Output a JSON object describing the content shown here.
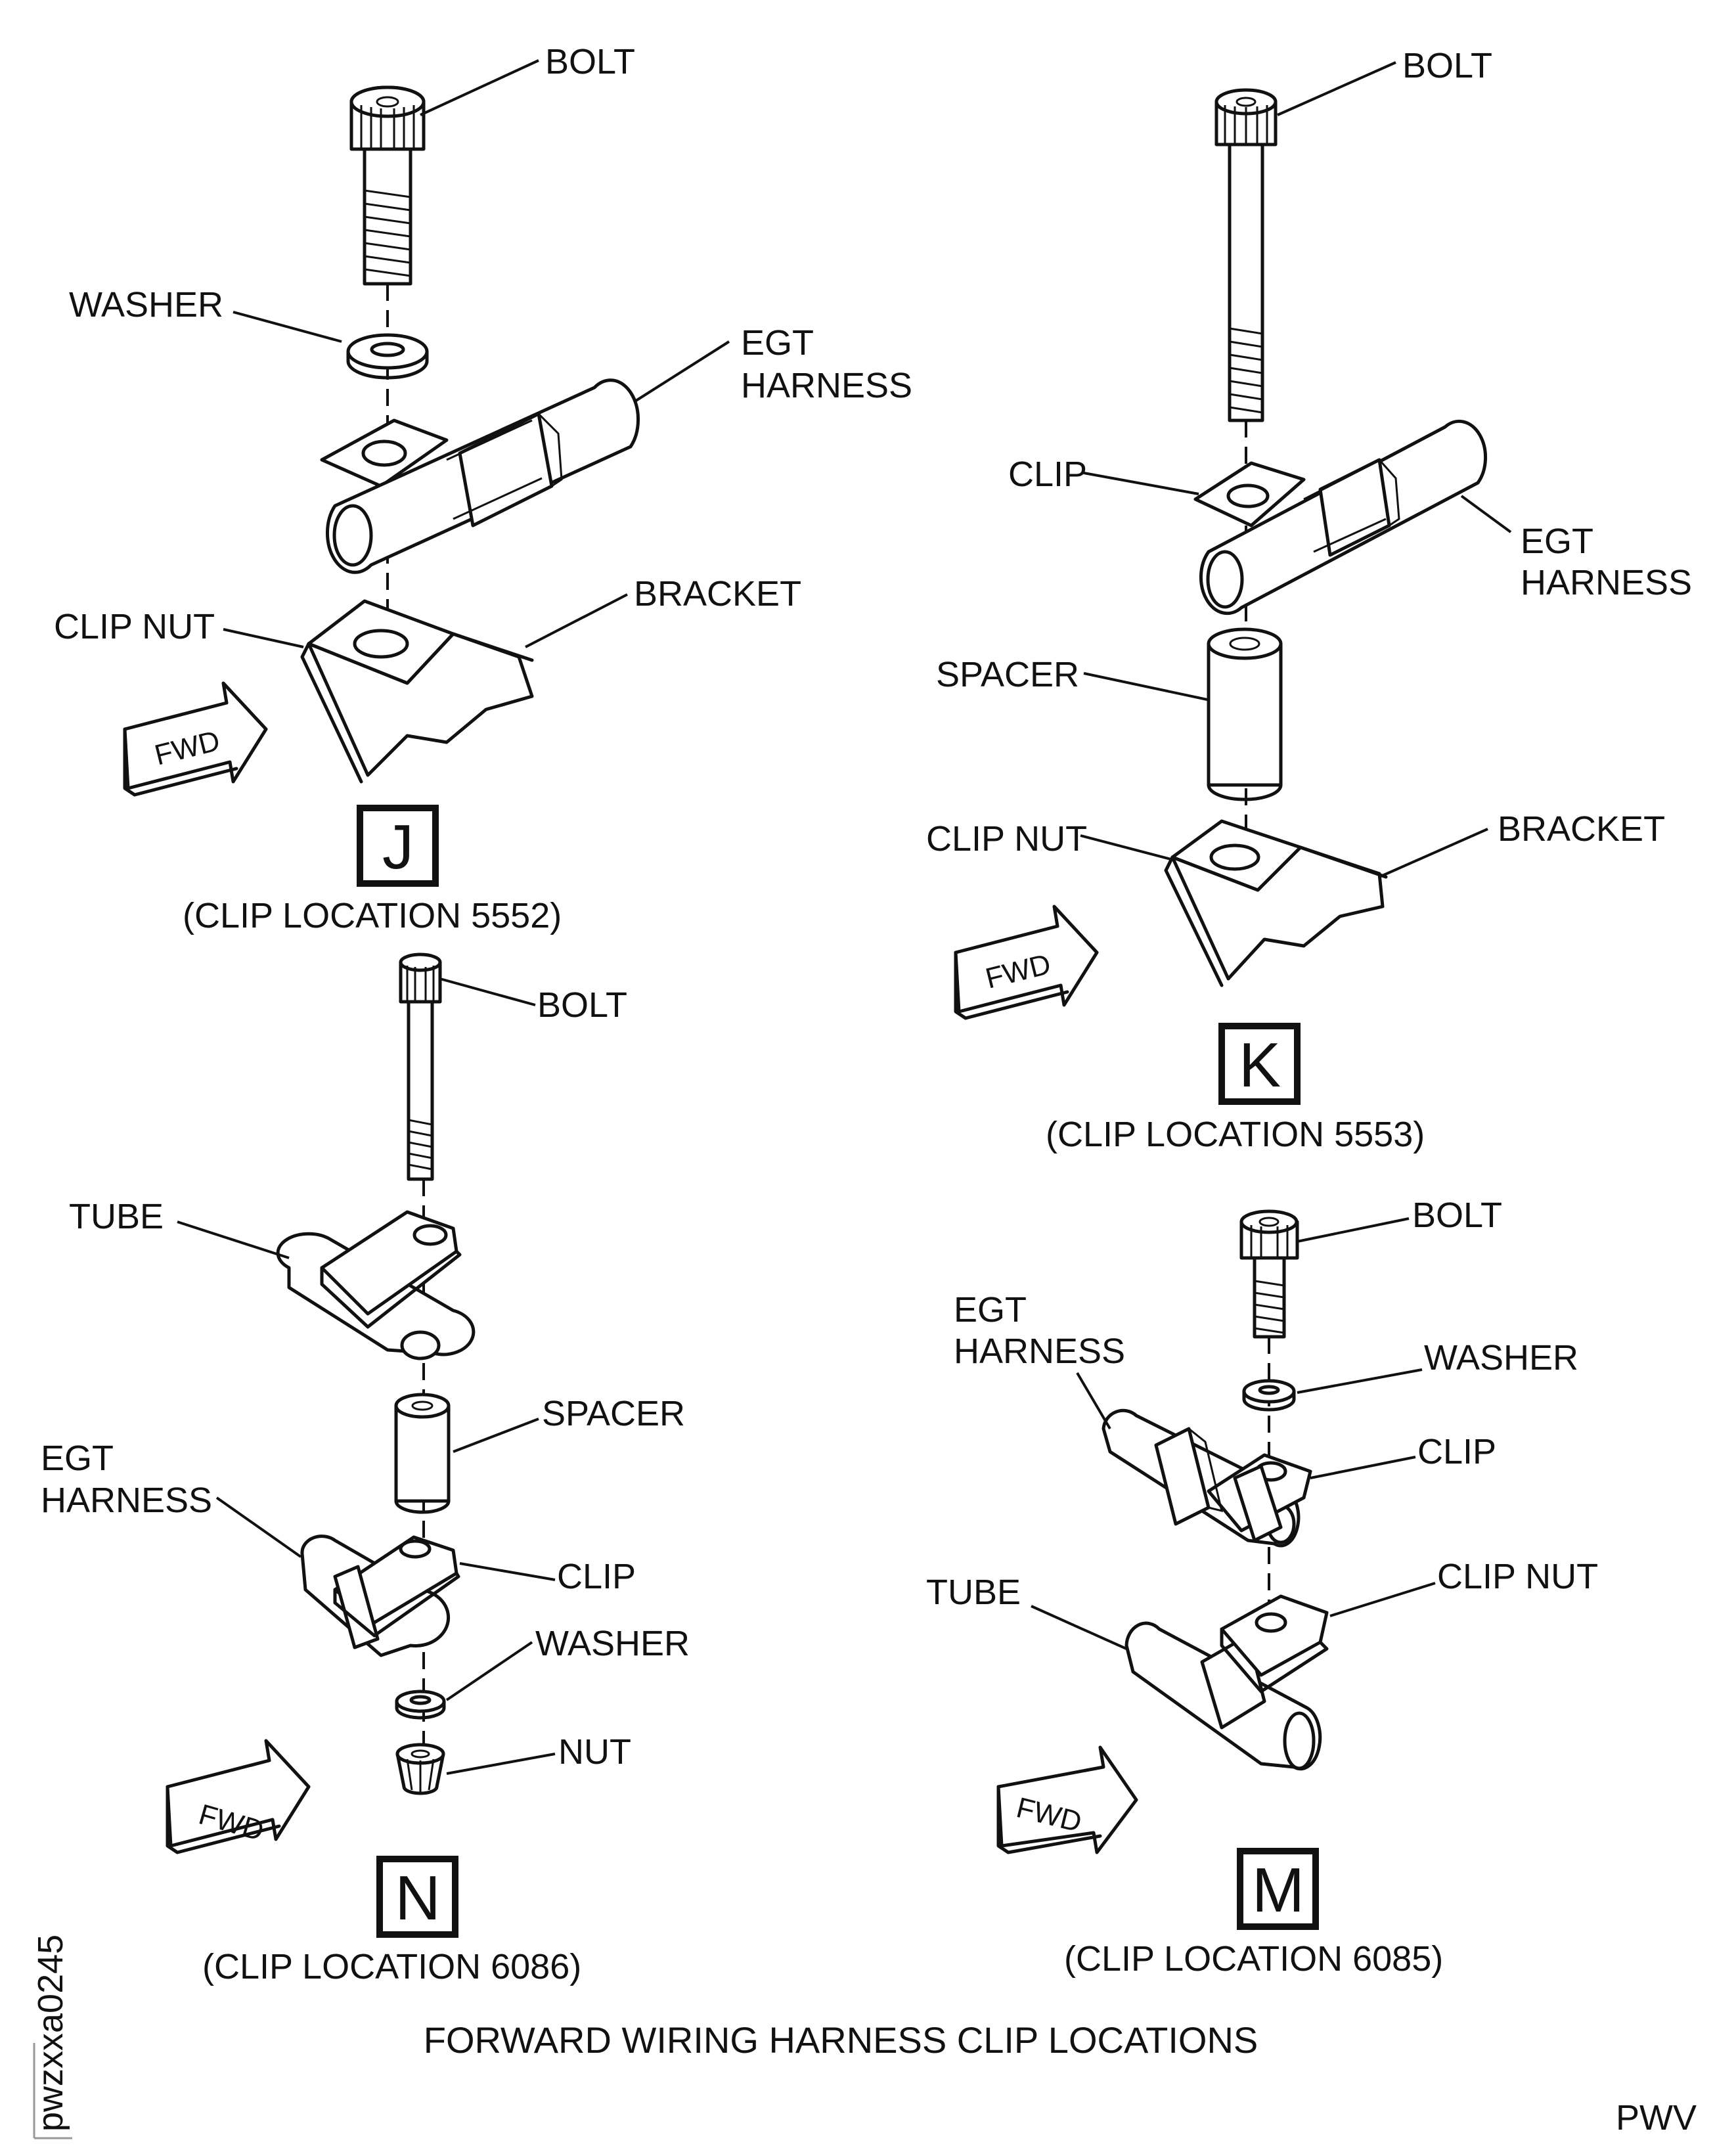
{
  "title": "FORWARD WIRING HARNESS CLIP LOCATIONS",
  "footer_code": "PWV",
  "figure_id": "pwzxxa0245",
  "fwd_label": "FWD",
  "views": {
    "J": {
      "key": "J",
      "caption": "(CLIP LOCATION 5552)",
      "labels": {
        "bolt": "BOLT",
        "washer": "WASHER",
        "egt_1": "EGT",
        "egt_2": "HARNESS",
        "bracket": "BRACKET",
        "clip_nut": "CLIP NUT"
      }
    },
    "K": {
      "key": "K",
      "caption": "(CLIP LOCATION 5553)",
      "labels": {
        "bolt": "BOLT",
        "clip": "CLIP",
        "egt_1": "EGT",
        "egt_2": "HARNESS",
        "spacer": "SPACER",
        "clip_nut": "CLIP NUT",
        "bracket": "BRACKET"
      }
    },
    "N": {
      "key": "N",
      "caption": "(CLIP LOCATION 6086)",
      "labels": {
        "bolt": "BOLT",
        "tube": "TUBE",
        "spacer": "SPACER",
        "egt_1": "EGT",
        "egt_2": "HARNESS",
        "clip": "CLIP",
        "washer": "WASHER",
        "nut": "NUT"
      }
    },
    "M": {
      "key": "M",
      "caption": "(CLIP LOCATION 6085)",
      "labels": {
        "bolt": "BOLT",
        "egt_1": "EGT",
        "egt_2": "HARNESS",
        "washer": "WASHER",
        "clip": "CLIP",
        "tube": "TUBE",
        "clip_nut": "CLIP NUT"
      }
    }
  }
}
